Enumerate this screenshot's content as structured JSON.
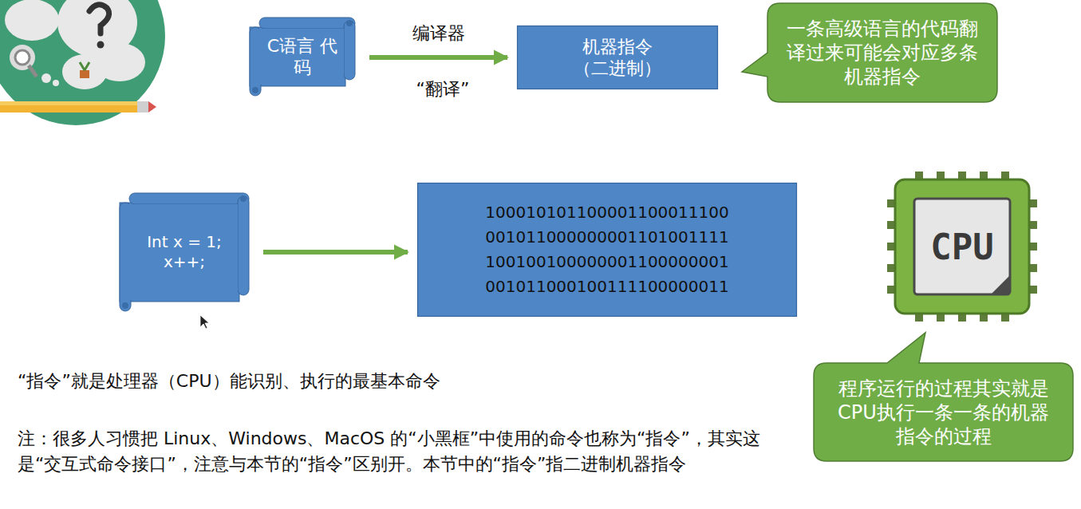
{
  "diagram": {
    "nodes": [
      {
        "text": [
          "C语言 代码"
        ]
      },
      {
        "text": [
          "机器指令 （二进制）"
        ]
      },
      {
        "text": [
          "一条高级语言的代码翻译过来可能会对应多条机器指令"
        ]
      },
      {
        "text": [
          "Int x = 1; x++;"
        ]
      },
      {
        "text": [
          "100010101100001100011100",
          "001011000000001101001111",
          "100100100000001100000001",
          "001011000100111100000011"
        ]
      },
      {
        "text": [
          "CPU"
        ]
      },
      {
        "text": [
          "程序运行的过程其实就是CPU执行一条一条的机器指令的过程"
        ]
      }
    ],
    "edges": [
      {
        "from": 0,
        "to": 1,
        "arrow": "to",
        "label": "编译器"
      },
      {
        "from": 3,
        "to": 4,
        "arrow": "to"
      }
    ],
    "labels": [
      "“翻译”",
      "“指令”就是处理器（CPU）能识别、执行的最基本命令",
      "注：很多人习惯把 Linux、Windows、MacOS 的“小黑框”中使用的命令也称为“指令”，其实这是“交互式命令接口”，注意与本节的“指令”区别开。本节中的“指令”指二进制机器指令"
    ]
  }
}
